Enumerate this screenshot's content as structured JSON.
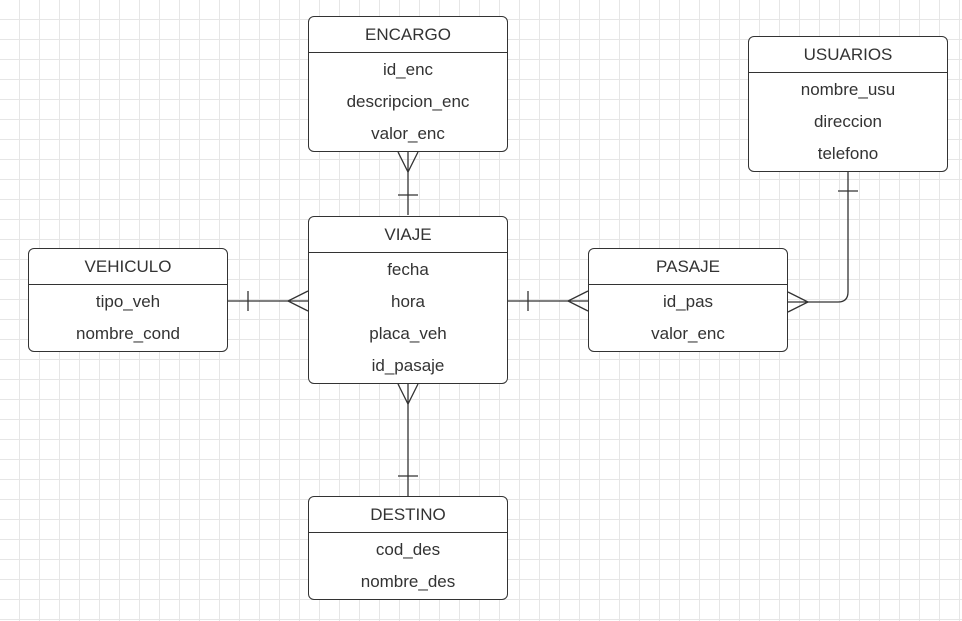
{
  "entities": {
    "encargo": {
      "title": "ENCARGO",
      "attributes": [
        "id_enc",
        "descripcion_enc",
        "valor_enc"
      ]
    },
    "usuarios": {
      "title": "USUARIOS",
      "attributes": [
        "nombre_usu",
        "direccion",
        "telefono"
      ]
    },
    "viaje": {
      "title": "VIAJE",
      "attributes": [
        "fecha",
        "hora",
        "placa_veh",
        "id_pasaje"
      ]
    },
    "vehiculo": {
      "title": "VEHICULO",
      "attributes": [
        "tipo_veh",
        "nombre_cond"
      ]
    },
    "pasaje": {
      "title": "PASAJE",
      "attributes": [
        "id_pas",
        "valor_enc"
      ]
    },
    "destino": {
      "title": "DESTINO",
      "attributes": [
        "cod_des",
        "nombre_des"
      ]
    }
  },
  "relationships": [
    {
      "from": "encargo",
      "to": "viaje",
      "from_cardinality": "many",
      "to_cardinality": "one"
    },
    {
      "from": "vehiculo",
      "to": "viaje",
      "from_cardinality": "one",
      "to_cardinality": "many"
    },
    {
      "from": "viaje",
      "to": "pasaje",
      "from_cardinality": "one",
      "to_cardinality": "many"
    },
    {
      "from": "usuarios",
      "to": "pasaje",
      "from_cardinality": "one",
      "to_cardinality": "many"
    },
    {
      "from": "viaje",
      "to": "destino",
      "from_cardinality": "many",
      "to_cardinality": "one"
    }
  ]
}
